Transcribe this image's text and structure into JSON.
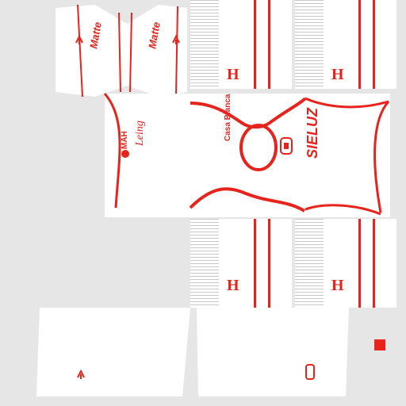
{
  "template": {
    "colors": {
      "base": "#ffffff",
      "background": "#e6e6e6",
      "accent_red": "#e8231c",
      "stripe_gray": "#c8c8c8"
    },
    "sponsors": {
      "sleeve_sponsor": "Matte",
      "front_sponsor_1": "Casa Blanca",
      "front_sponsor_2": "SIELUZ",
      "front_sponsor_3": "Leing",
      "front_sponsor_4": "MAH"
    },
    "icons": [
      "kappa-logo-icon",
      "club-crest-icon",
      "letter-h-icon",
      "color-swatch-icon"
    ]
  }
}
